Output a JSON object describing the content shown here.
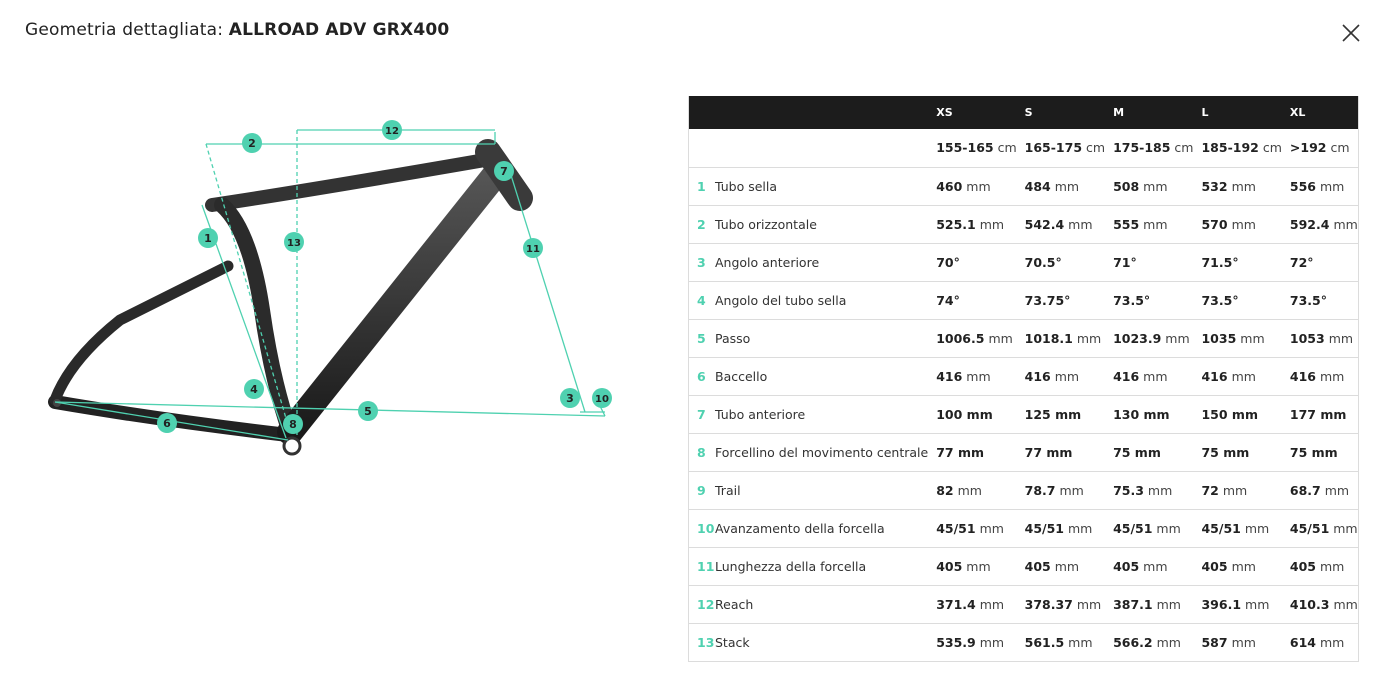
{
  "header": {
    "title_prefix": "Geometria dettagliata: ",
    "title_name": "ALLROAD ADV GRX400"
  },
  "icons": {
    "close": "close-icon"
  },
  "colors": {
    "accent": "#4fd1b0",
    "header_bg": "#1c1c1c"
  },
  "diagram": {
    "badges": [
      "1",
      "2",
      "3",
      "4",
      "5",
      "6",
      "7",
      "8",
      "10",
      "11",
      "12",
      "13"
    ]
  },
  "table": {
    "sizes": [
      "XS",
      "S",
      "M",
      "L",
      "XL"
    ],
    "heights": [
      {
        "v": "155-165",
        "u": "cm"
      },
      {
        "v": "165-175",
        "u": "cm"
      },
      {
        "v": "175-185",
        "u": "cm"
      },
      {
        "v": "185-192",
        "u": "cm"
      },
      {
        "v": ">192",
        "u": "cm"
      }
    ],
    "rows": [
      {
        "num": "1",
        "label": "Tubo sella",
        "cells": [
          {
            "v": "460",
            "u": "mm"
          },
          {
            "v": "484",
            "u": "mm"
          },
          {
            "v": "508",
            "u": "mm"
          },
          {
            "v": "532",
            "u": "mm"
          },
          {
            "v": "556",
            "u": "mm"
          }
        ]
      },
      {
        "num": "2",
        "label": "Tubo orizzontale",
        "cells": [
          {
            "v": "525.1",
            "u": "mm"
          },
          {
            "v": "542.4",
            "u": "mm"
          },
          {
            "v": "555",
            "u": "mm"
          },
          {
            "v": "570",
            "u": "mm"
          },
          {
            "v": "592.4",
            "u": "mm"
          }
        ]
      },
      {
        "num": "3",
        "label": "Angolo anteriore",
        "cells": [
          {
            "v": "70°",
            "u": ""
          },
          {
            "v": "70.5°",
            "u": ""
          },
          {
            "v": "71°",
            "u": ""
          },
          {
            "v": "71.5°",
            "u": ""
          },
          {
            "v": "72°",
            "u": ""
          }
        ]
      },
      {
        "num": "4",
        "label": "Angolo del tubo sella",
        "cells": [
          {
            "v": "74°",
            "u": ""
          },
          {
            "v": "73.75°",
            "u": ""
          },
          {
            "v": "73.5°",
            "u": ""
          },
          {
            "v": "73.5°",
            "u": ""
          },
          {
            "v": "73.5°",
            "u": ""
          }
        ]
      },
      {
        "num": "5",
        "label": "Passo",
        "cells": [
          {
            "v": "1006.5",
            "u": "mm"
          },
          {
            "v": "1018.1",
            "u": "mm"
          },
          {
            "v": "1023.9",
            "u": "mm"
          },
          {
            "v": "1035",
            "u": "mm"
          },
          {
            "v": "1053",
            "u": "mm"
          }
        ]
      },
      {
        "num": "6",
        "label": "Baccello",
        "cells": [
          {
            "v": "416",
            "u": "mm"
          },
          {
            "v": "416",
            "u": "mm"
          },
          {
            "v": "416",
            "u": "mm"
          },
          {
            "v": "416",
            "u": "mm"
          },
          {
            "v": "416",
            "u": "mm"
          }
        ]
      },
      {
        "num": "7",
        "label": "Tubo anteriore",
        "cells": [
          {
            "v": "100 mm",
            "u": ""
          },
          {
            "v": "125 mm",
            "u": ""
          },
          {
            "v": "130 mm",
            "u": ""
          },
          {
            "v": "150 mm",
            "u": ""
          },
          {
            "v": "177 mm",
            "u": ""
          }
        ]
      },
      {
        "num": "8",
        "label": "Forcellino del movimento centrale",
        "cells": [
          {
            "v": "77 mm",
            "u": ""
          },
          {
            "v": "77 mm",
            "u": ""
          },
          {
            "v": "75 mm",
            "u": ""
          },
          {
            "v": "75 mm",
            "u": ""
          },
          {
            "v": "75 mm",
            "u": ""
          }
        ]
      },
      {
        "num": "9",
        "label": "Trail",
        "cells": [
          {
            "v": "82",
            "u": "mm"
          },
          {
            "v": "78.7",
            "u": "mm"
          },
          {
            "v": "75.3",
            "u": "mm"
          },
          {
            "v": "72",
            "u": "mm"
          },
          {
            "v": "68.7",
            "u": "mm"
          }
        ]
      },
      {
        "num": "10",
        "label": "Avanzamento della forcella",
        "cells": [
          {
            "v": "45/51",
            "u": "mm"
          },
          {
            "v": "45/51",
            "u": "mm"
          },
          {
            "v": "45/51",
            "u": "mm"
          },
          {
            "v": "45/51",
            "u": "mm"
          },
          {
            "v": "45/51",
            "u": "mm"
          }
        ]
      },
      {
        "num": "11",
        "label": "Lunghezza della forcella",
        "cells": [
          {
            "v": "405",
            "u": "mm"
          },
          {
            "v": "405",
            "u": "mm"
          },
          {
            "v": "405",
            "u": "mm"
          },
          {
            "v": "405",
            "u": "mm"
          },
          {
            "v": "405",
            "u": "mm"
          }
        ]
      },
      {
        "num": "12",
        "label": "Reach",
        "cells": [
          {
            "v": "371.4",
            "u": "mm"
          },
          {
            "v": "378.37",
            "u": "mm"
          },
          {
            "v": "387.1",
            "u": "mm"
          },
          {
            "v": "396.1",
            "u": "mm"
          },
          {
            "v": "410.3",
            "u": "mm"
          }
        ]
      },
      {
        "num": "13",
        "label": "Stack",
        "cells": [
          {
            "v": "535.9",
            "u": "mm"
          },
          {
            "v": "561.5",
            "u": "mm"
          },
          {
            "v": "566.2",
            "u": "mm"
          },
          {
            "v": "587",
            "u": "mm"
          },
          {
            "v": "614",
            "u": "mm"
          }
        ]
      }
    ]
  }
}
